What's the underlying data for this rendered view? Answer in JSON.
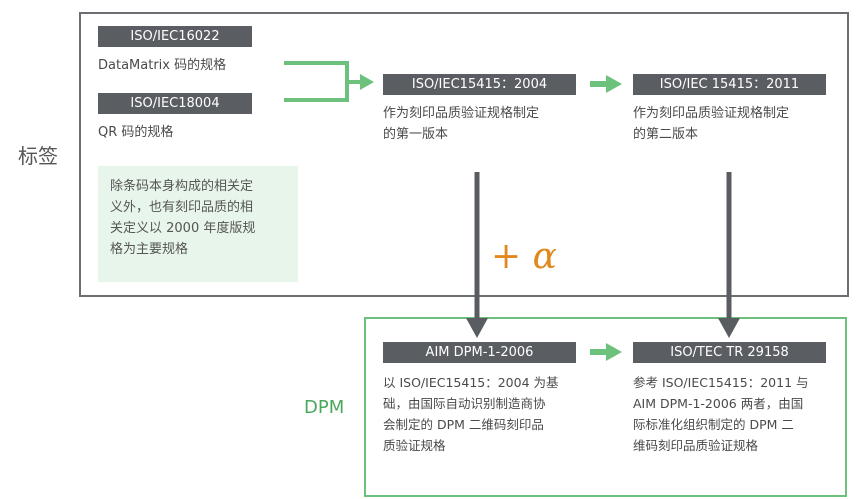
{
  "side_labels": {
    "top": "标签",
    "bottom": "DPM"
  },
  "top_box": {
    "std1_label": "ISO/IEC16022",
    "std1_desc": "DataMatrix 码的规格",
    "std2_label": "ISO/IEC18004",
    "std2_desc": "QR 码的规格",
    "std3_label": "ISO/IEC15415：2004",
    "std3_desc": "作为刻印品质验证规格制定\n的第一版本",
    "std4_label": "ISO/IEC 15415：2011",
    "std4_desc": "作为刻印品质验证规格制定\n的第二版本",
    "note": "除条码本身构成的相关定\n义外，也有刻印品质的相\n关定义以 2000 年度版规\n格为主要规格"
  },
  "plus_alpha": "+ α",
  "bottom_box": {
    "std5_label": "AIM DPM-1-2006",
    "std5_desc": "以 ISO/IEC15415：2004 为基\n础，由国际自动识别制造商协\n会制定的 DPM 二维码刻印品\n质验证规格",
    "std6_label": "ISO/TEC TR 29158",
    "std6_desc": "参考 ISO/IEC15415：2011 与\nAIM DPM-1-2006 两者，由国\n际标准化组织制定的 DPM 二\n维码刻印品质验证规格"
  },
  "colors": {
    "dark_label": "#5a5d62",
    "green": "#6cc27c",
    "green_text": "#4aa85b",
    "orange": "#e08a1e",
    "arrow_gray": "#595c60"
  }
}
